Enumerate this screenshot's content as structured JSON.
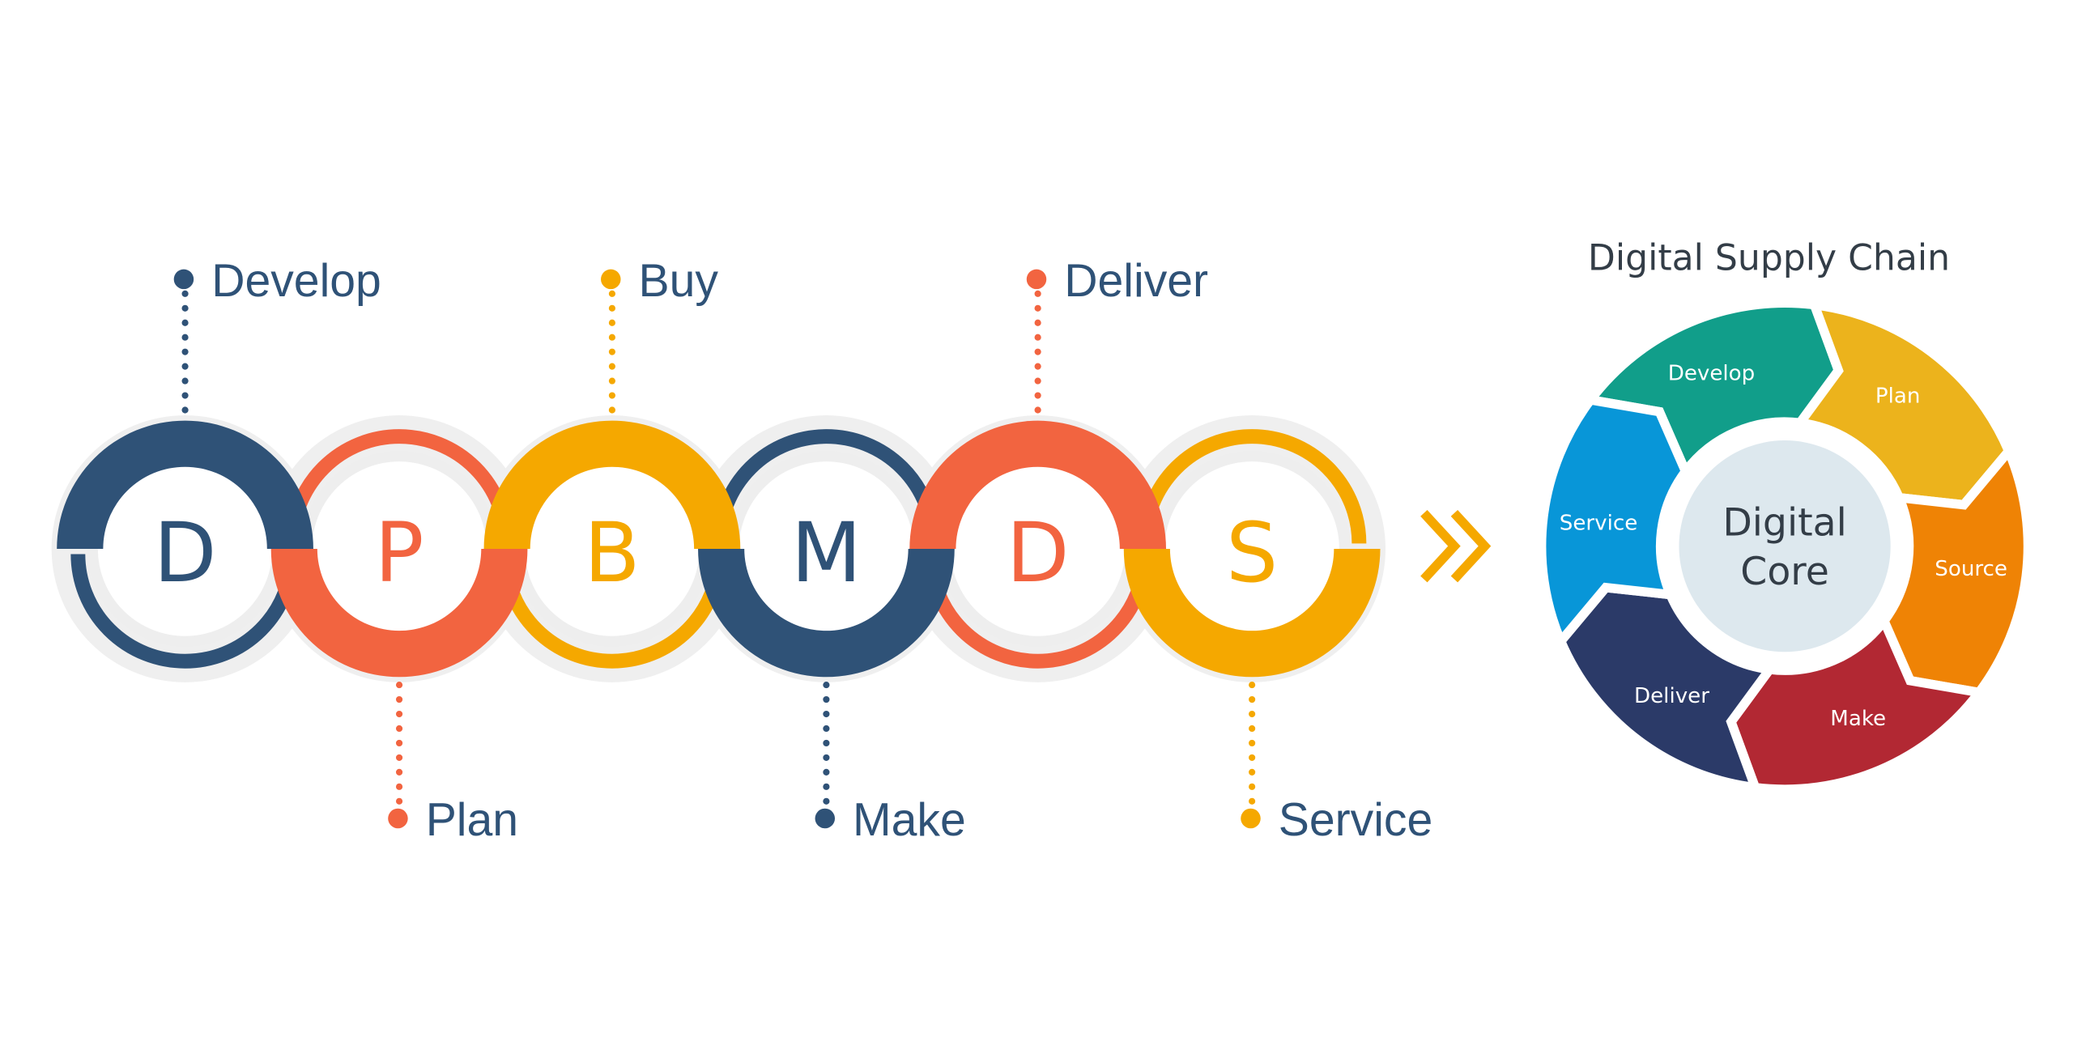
{
  "chain": {
    "nodes": [
      {
        "letter": "D",
        "label": "Develop",
        "color": "#2f5277",
        "label_pos": "top",
        "thick": "top"
      },
      {
        "letter": "P",
        "label": "Plan",
        "color": "#f26440",
        "label_pos": "bottom",
        "thick": "bottom"
      },
      {
        "letter": "B",
        "label": "Buy",
        "color": "#f5a800",
        "label_pos": "top",
        "thick": "top"
      },
      {
        "letter": "M",
        "label": "Make",
        "color": "#2f5277",
        "label_pos": "bottom",
        "thick": "bottom"
      },
      {
        "letter": "D",
        "label": "Deliver",
        "color": "#f26440",
        "label_pos": "top",
        "thick": "top"
      },
      {
        "letter": "S",
        "label": "Service",
        "color": "#f5a800",
        "label_pos": "bottom",
        "thick": "bottom"
      }
    ],
    "arrow_icon": "double-chevron-right",
    "arrow_color": "#f5a800"
  },
  "wheel": {
    "title": "Digital Supply Chain",
    "core": {
      "line1": "Digital",
      "line2": "Core",
      "color": "#dde8ee"
    },
    "segments": [
      {
        "label": "Develop",
        "color": "#119e8a"
      },
      {
        "label": "Plan",
        "color": "#ecb31c"
      },
      {
        "label": "Source",
        "color": "#ef8305"
      },
      {
        "label": "Make",
        "color": "#b22833"
      },
      {
        "label": "Deliver",
        "color": "#2b3a68"
      },
      {
        "label": "Service",
        "color": "#0896d8"
      }
    ]
  }
}
